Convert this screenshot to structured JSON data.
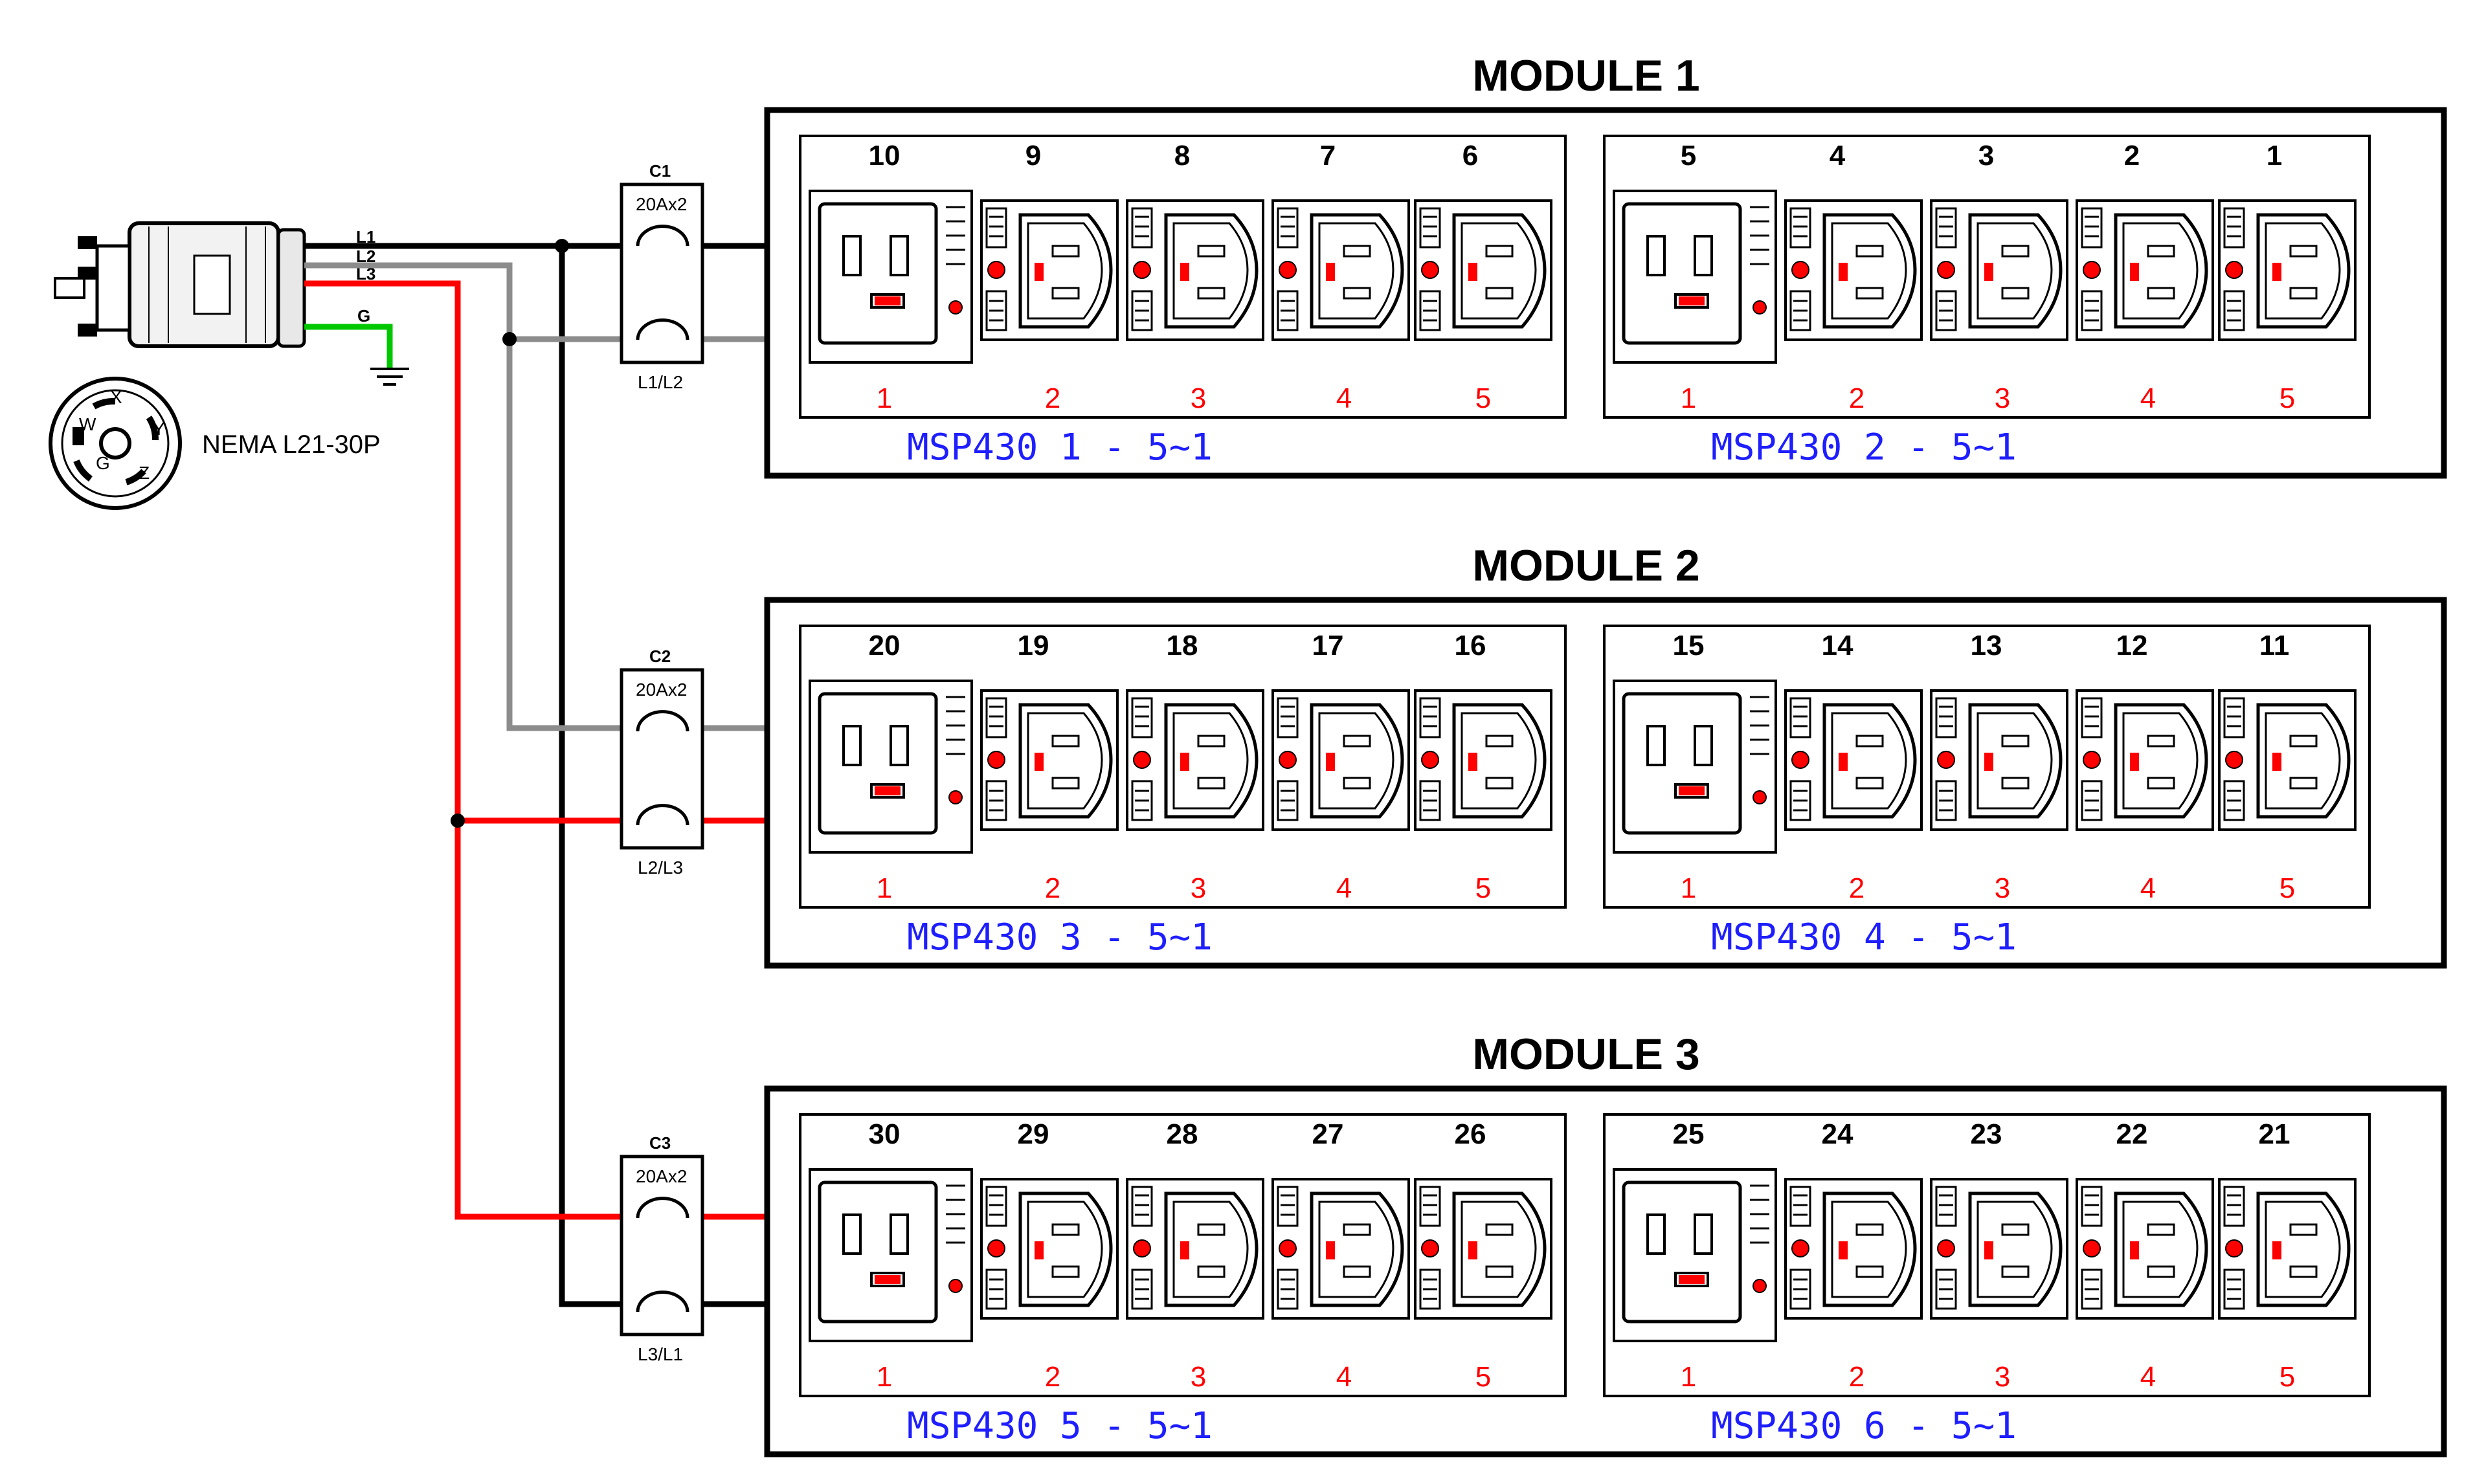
{
  "colors": {
    "wire_black": "#000000",
    "wire_gray": "#8c8c8c",
    "wire_red": "#ff0000",
    "wire_green": "#00c800",
    "outlet_number": "#ff0000",
    "unit_label": "#1e1eff"
  },
  "plug": {
    "label": "NEMA L21-30P",
    "pins": [
      "L1",
      "L2",
      "L3",
      "G"
    ],
    "face_letters": [
      "X",
      "Y",
      "Z",
      "G",
      "W"
    ]
  },
  "breakers": [
    {
      "name": "C1",
      "rating": "20Ax2",
      "lines": "L1/L2"
    },
    {
      "name": "C2",
      "rating": "20Ax2",
      "lines": "L2/L3"
    },
    {
      "name": "C3",
      "rating": "20Ax2",
      "lines": "L3/L1"
    }
  ],
  "modules": [
    {
      "title": "MODULE 1",
      "units": [
        {
          "label": "MSP430 1 - 5~1",
          "top_numbers": [
            "10",
            "9",
            "8",
            "7",
            "6"
          ],
          "bottom_numbers": [
            "1",
            "2",
            "3",
            "4",
            "5"
          ]
        },
        {
          "label": "MSP430 2 - 5~1",
          "top_numbers": [
            "5",
            "4",
            "3",
            "2",
            "1"
          ],
          "bottom_numbers": [
            "1",
            "2",
            "3",
            "4",
            "5"
          ]
        }
      ]
    },
    {
      "title": "MODULE 2",
      "units": [
        {
          "label": "MSP430 3 - 5~1",
          "top_numbers": [
            "20",
            "19",
            "18",
            "17",
            "16"
          ],
          "bottom_numbers": [
            "1",
            "2",
            "3",
            "4",
            "5"
          ]
        },
        {
          "label": "MSP430 4 - 5~1",
          "top_numbers": [
            "15",
            "14",
            "13",
            "12",
            "11"
          ],
          "bottom_numbers": [
            "1",
            "2",
            "3",
            "4",
            "5"
          ]
        }
      ]
    },
    {
      "title": "MODULE 3",
      "units": [
        {
          "label": "MSP430 5 - 5~1",
          "top_numbers": [
            "30",
            "29",
            "28",
            "27",
            "26"
          ],
          "bottom_numbers": [
            "1",
            "2",
            "3",
            "4",
            "5"
          ]
        },
        {
          "label": "MSP430 6 - 5~1",
          "top_numbers": [
            "25",
            "24",
            "23",
            "22",
            "21"
          ],
          "bottom_numbers": [
            "1",
            "2",
            "3",
            "4",
            "5"
          ]
        }
      ]
    }
  ]
}
